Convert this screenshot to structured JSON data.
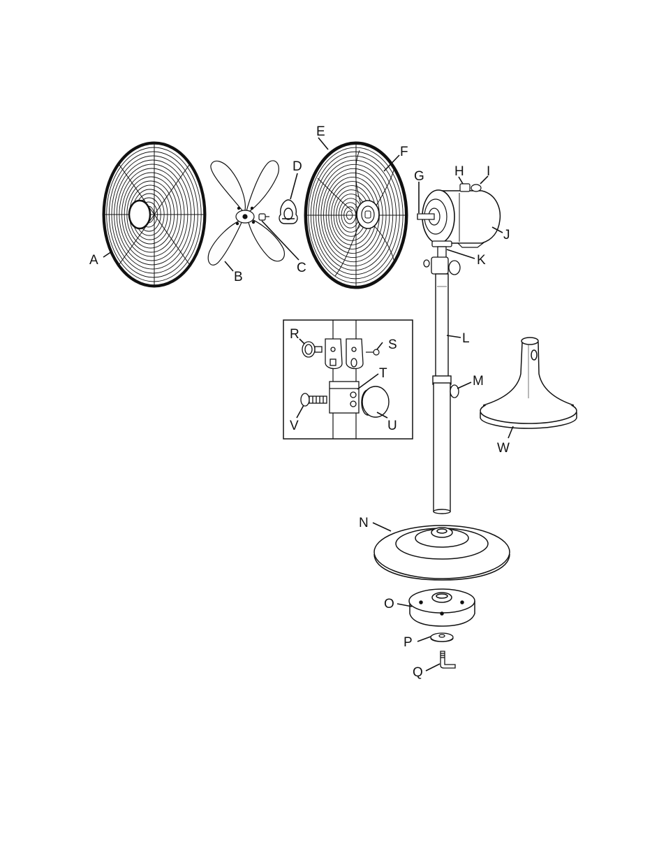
{
  "diagram": {
    "colors": {
      "ink": "#111111",
      "paper": "#ffffff",
      "part_fill": "#ffffff",
      "blade_fill": "#fdfdfd"
    },
    "parts": [
      {
        "id": "A",
        "label": "A",
        "icon": "rear-grill"
      },
      {
        "id": "B",
        "label": "B",
        "icon": "fan-blade"
      },
      {
        "id": "C",
        "label": "C",
        "icon": "blade-screw"
      },
      {
        "id": "D",
        "label": "D",
        "icon": "spinner-cap"
      },
      {
        "id": "E",
        "label": "E",
        "icon": "front-grill"
      },
      {
        "id": "F",
        "label": "F",
        "icon": "grill-badge"
      },
      {
        "id": "G",
        "label": "G",
        "icon": "motor-shaft"
      },
      {
        "id": "H",
        "label": "H",
        "icon": "oscillation-knob"
      },
      {
        "id": "I",
        "label": "I",
        "icon": "speed-control"
      },
      {
        "id": "J",
        "label": "J",
        "icon": "motor-housing"
      },
      {
        "id": "K",
        "label": "K",
        "icon": "tilt-bracket"
      },
      {
        "id": "L",
        "label": "L",
        "icon": "inner-pole"
      },
      {
        "id": "M",
        "label": "M",
        "icon": "height-knob"
      },
      {
        "id": "N",
        "label": "N",
        "icon": "base-plate"
      },
      {
        "id": "O",
        "label": "O",
        "icon": "base-weight"
      },
      {
        "id": "P",
        "label": "P",
        "icon": "washer"
      },
      {
        "id": "Q",
        "label": "Q",
        "icon": "hex-key"
      },
      {
        "id": "R",
        "label": "R",
        "icon": "lock-knob"
      },
      {
        "id": "S",
        "label": "S",
        "icon": "small-screw"
      },
      {
        "id": "T",
        "label": "T",
        "icon": "clamp-block"
      },
      {
        "id": "U",
        "label": "U",
        "icon": "clamp-knob"
      },
      {
        "id": "V",
        "label": "V",
        "icon": "clamp-bolt"
      },
      {
        "id": "W",
        "label": "W",
        "icon": "table-base"
      }
    ]
  }
}
